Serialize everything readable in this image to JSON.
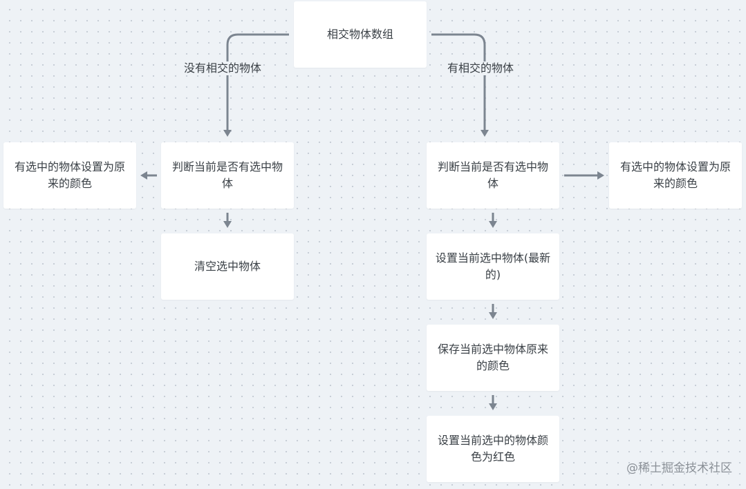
{
  "nodes": {
    "root": "相交物体数组",
    "left_check": "判断当前是否有选中物体",
    "left_restore": "有选中的物体设置为原来的颜色",
    "left_clear": "清空选中物体",
    "right_check": "判断当前是否有选中物体",
    "right_restore": "有选中的物体设置为原来的颜色",
    "right_set_current": "设置当前选中物体(最新的)",
    "right_save_color": "保存当前选中物体原来的颜色",
    "right_set_red": "设置当前选中的物体颜色为红色"
  },
  "edge_labels": {
    "no_intersection": "没有相交的物体",
    "has_intersection": "有相交的物体"
  },
  "watermark": "@稀土掘金技术社区",
  "colors": {
    "node_fill": "#ffffff",
    "edge_stroke": "#7c8590",
    "canvas_background": "#eef2f6",
    "text": "#3a4046"
  }
}
